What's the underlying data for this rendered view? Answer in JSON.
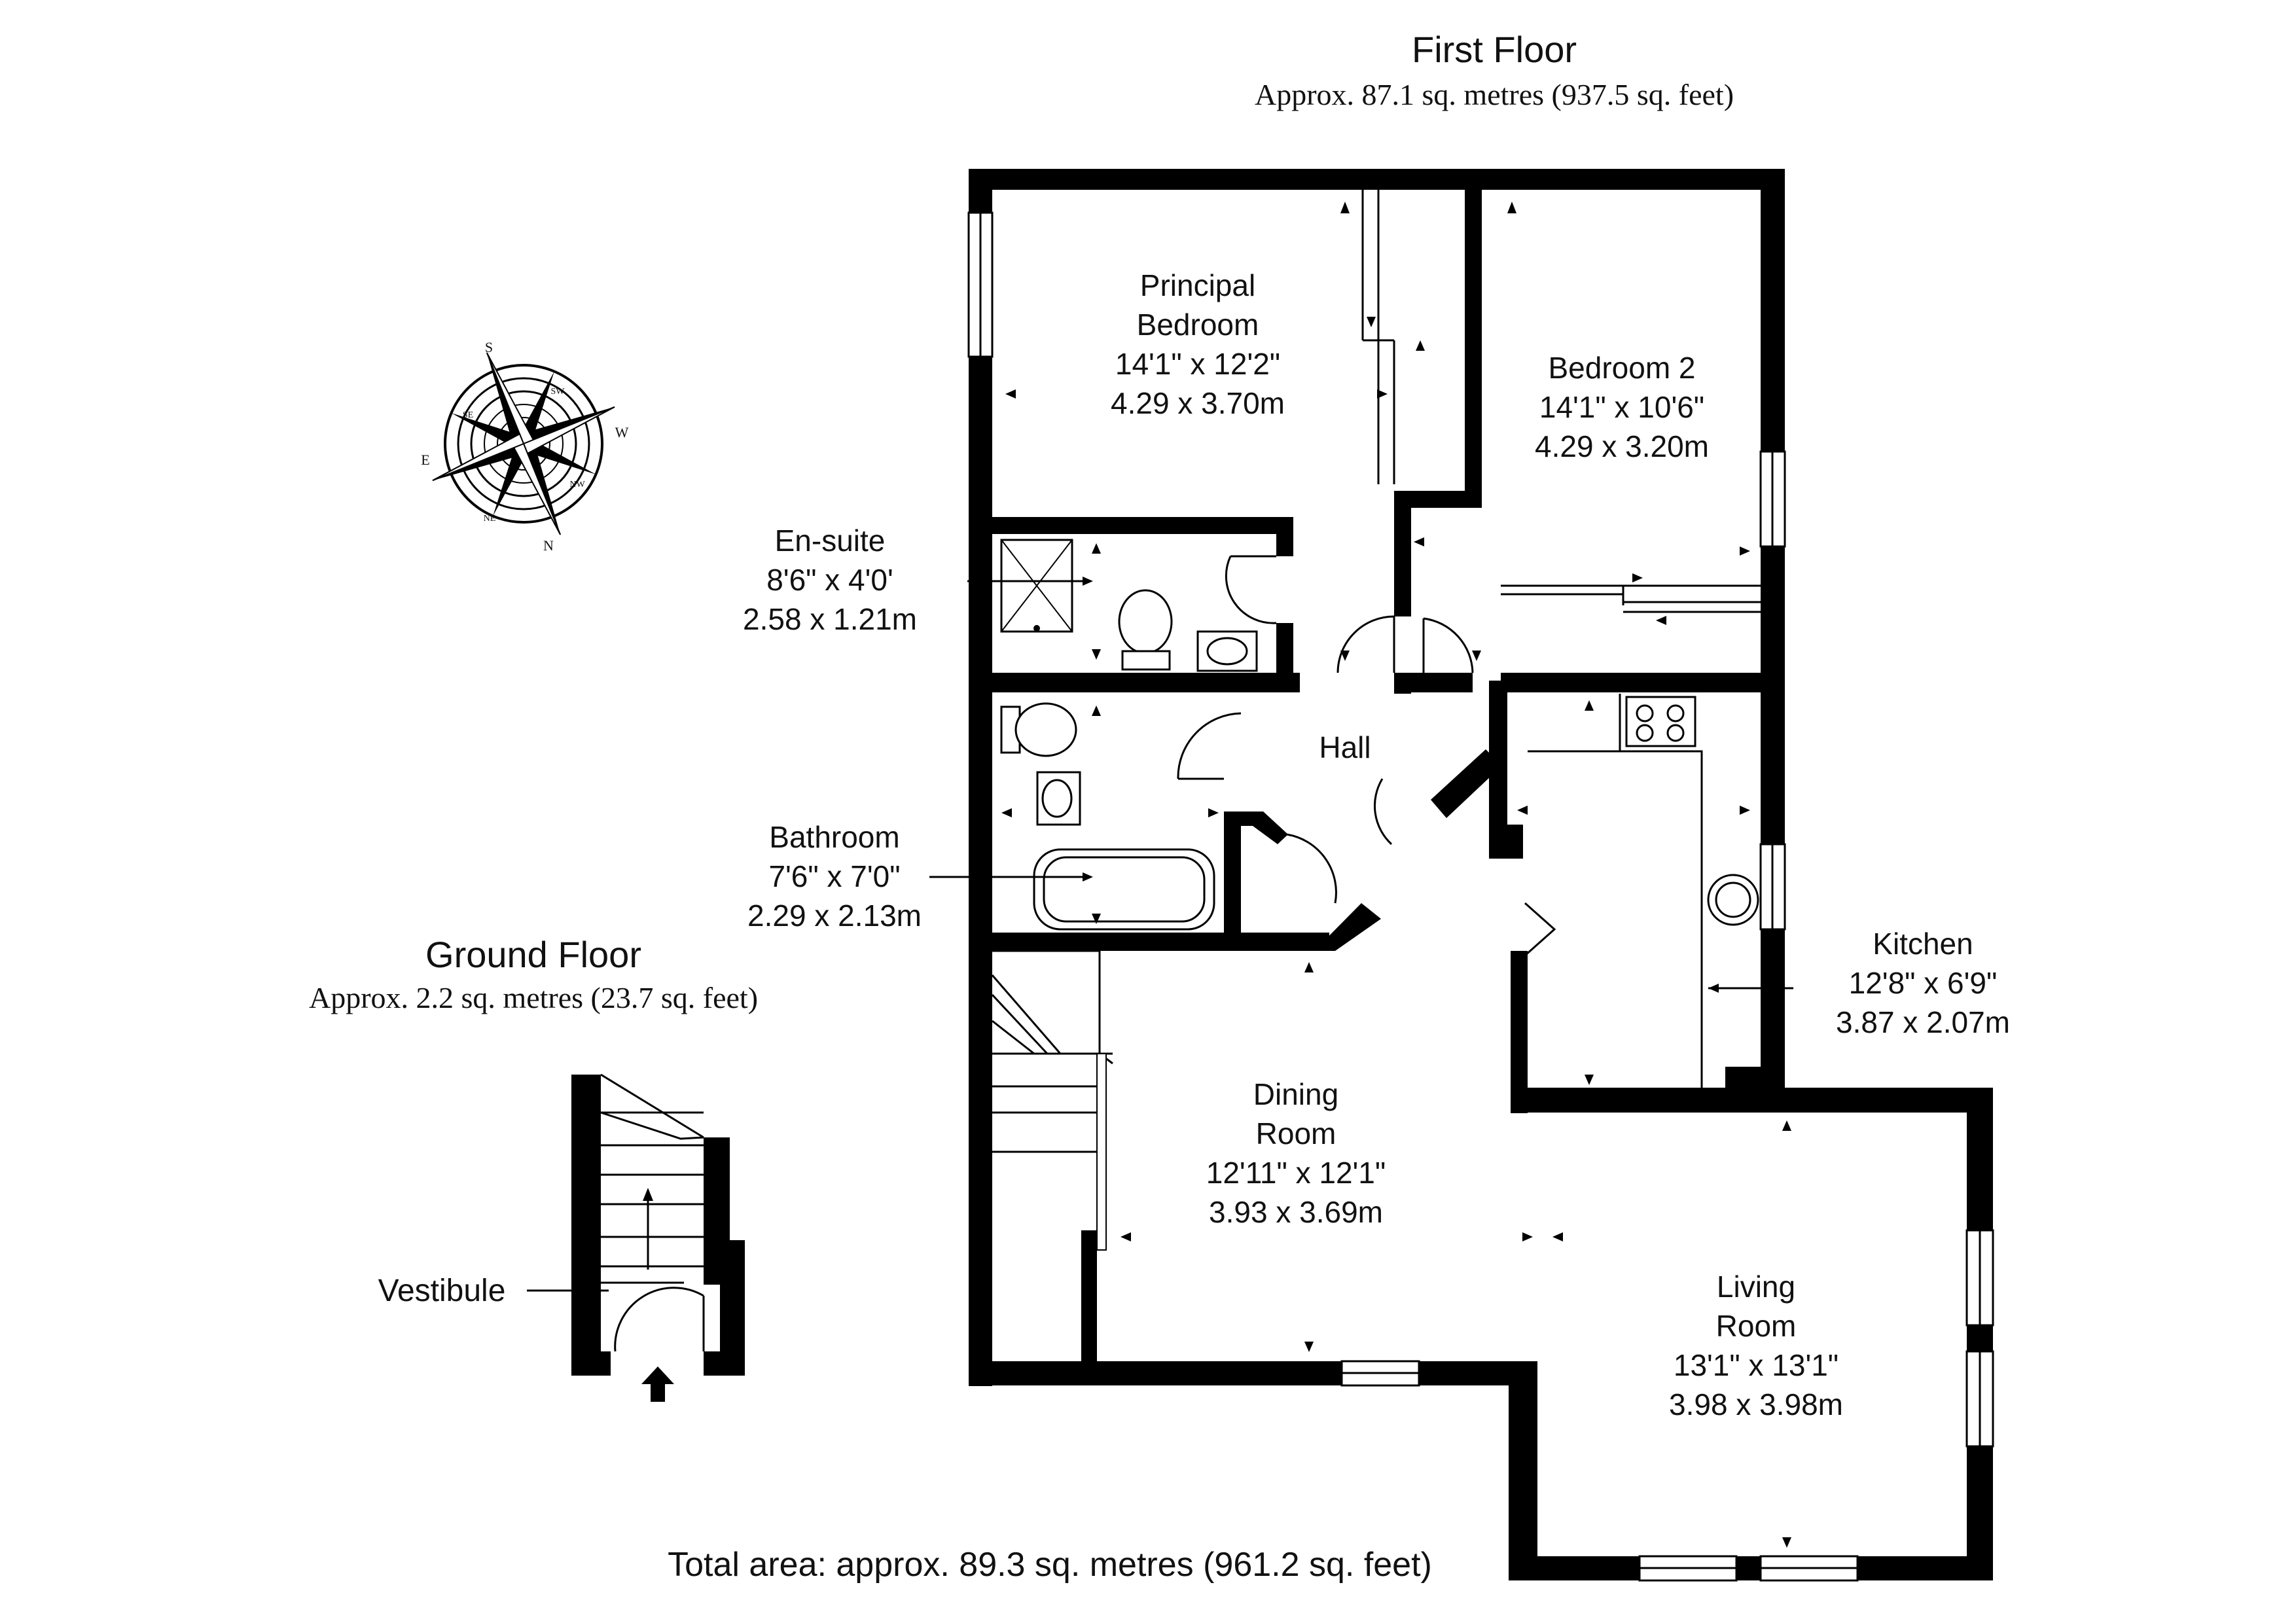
{
  "floors": {
    "first": {
      "title": "First Floor",
      "area": "Approx. 87.1 sq. metres (937.5 sq. feet)"
    },
    "ground": {
      "title": "Ground Floor",
      "area": "Approx. 2.2 sq. metres (23.7 sq. feet)"
    }
  },
  "total_area": "Total area: approx. 89.3 sq. metres (961.2 sq. feet)",
  "rooms": {
    "principal": {
      "name1": "Principal",
      "name2": "Bedroom",
      "imperial": "14'1\" x 12'2\"",
      "metric": "4.29 x 3.70m"
    },
    "bedroom2": {
      "name": "Bedroom 2",
      "imperial": "14'1\" x 10'6\"",
      "metric": "4.29 x 3.20m"
    },
    "ensuite": {
      "name": "En-suite",
      "imperial": "8'6\" x 4'0'",
      "metric": "2.58 x 1.21m"
    },
    "hall": {
      "name": "Hall"
    },
    "bathroom": {
      "name": "Bathroom",
      "imperial": "7'6\" x 7'0\"",
      "metric": "2.29 x 2.13m"
    },
    "kitchen": {
      "name": "Kitchen",
      "imperial": "12'8\" x 6'9\"",
      "metric": "3.87 x 2.07m"
    },
    "dining": {
      "name1": "Dining",
      "name2": "Room",
      "imperial": "12'11\" x 12'1\"",
      "metric": "3.93 x 3.69m"
    },
    "living": {
      "name1": "Living",
      "name2": "Room",
      "imperial": "13'1\" x 13'1\"",
      "metric": "3.98 x 3.98m"
    },
    "vestibule": {
      "name": "Vestibule"
    }
  },
  "compass": {
    "s": "S",
    "sw": "SW",
    "w": "W",
    "nw": "NW",
    "n": "N",
    "ne": "NE",
    "e": "E",
    "se": "SE"
  }
}
